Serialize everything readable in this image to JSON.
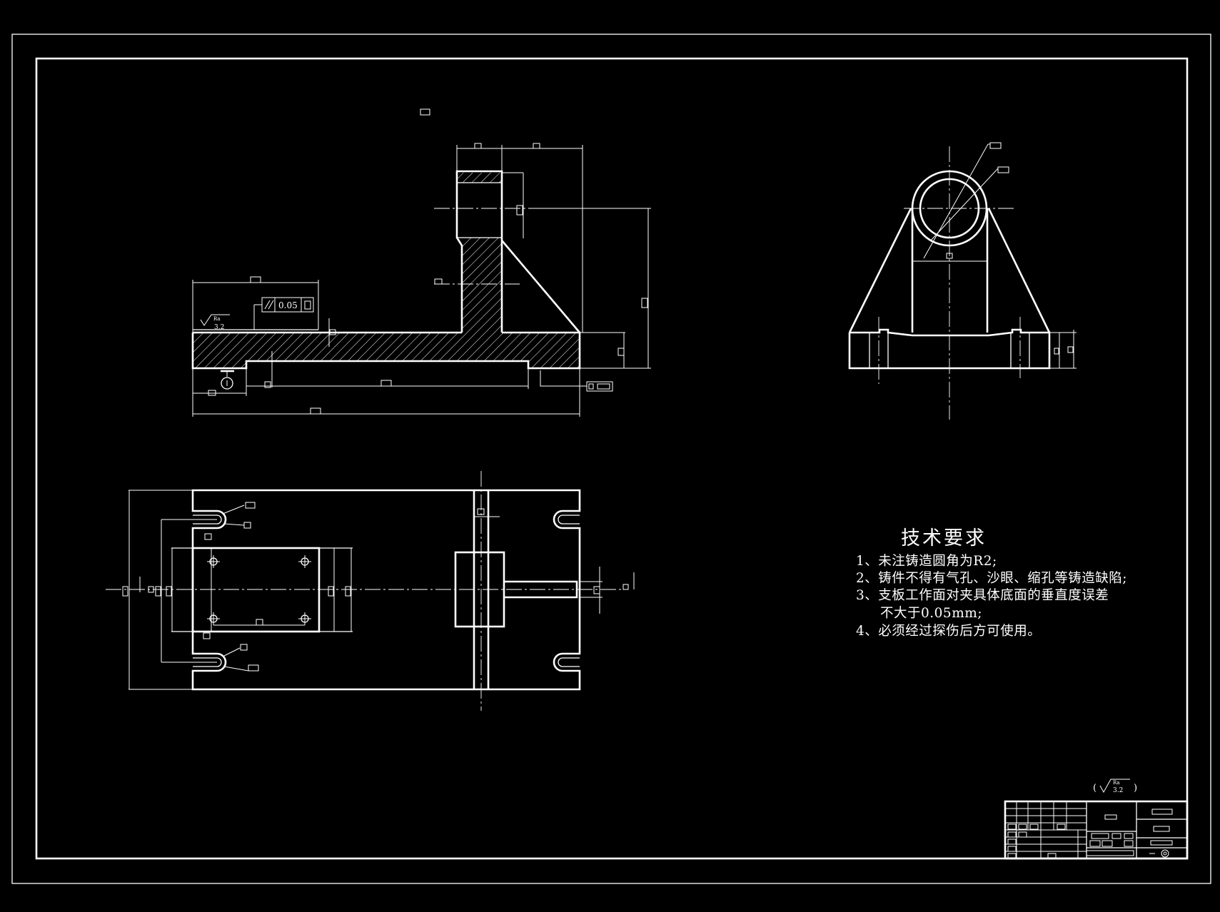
{
  "annotations": {
    "flatness_tolerance": "0.05",
    "roughness_label": "Ra",
    "roughness_value": "3.2",
    "general_roughness_label": "Ra",
    "general_roughness_value": "3.2"
  },
  "technical_requirements": {
    "title": "技术要求",
    "items": [
      "1、未注铸造圆角为R2;",
      "2、铸件不得有气孔、沙眼、缩孔等铸造缺陷;",
      "3、支板工作面对夹具体底面的垂直度误差",
      "不大于0.05mm;",
      "4、必须经过探伤后方可使用。"
    ]
  },
  "colors": {
    "background": "#000000",
    "lines": "#ffffff"
  }
}
